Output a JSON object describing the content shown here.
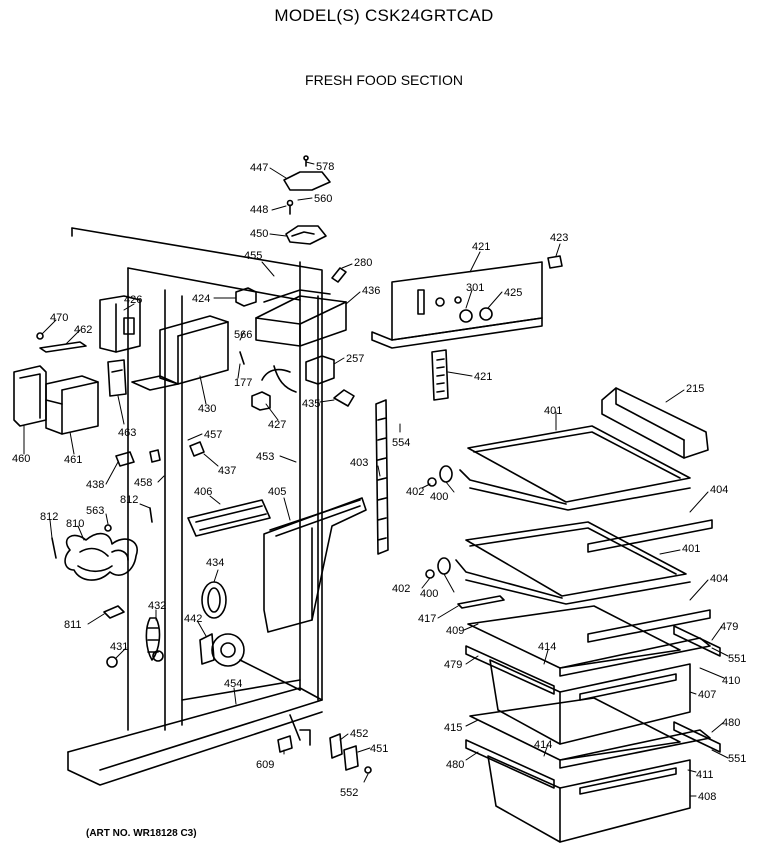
{
  "header": {
    "model": "MODEL(S) CSK24GRTCAD",
    "section": "FRESH FOOD SECTION"
  },
  "art_number": "(ART NO. WR18128 C3)",
  "callouts": [
    {
      "id": "c447",
      "text": "447"
    },
    {
      "id": "c578",
      "text": "578"
    },
    {
      "id": "c448",
      "text": "448"
    },
    {
      "id": "c560",
      "text": "560"
    },
    {
      "id": "c450",
      "text": "450"
    },
    {
      "id": "c455",
      "text": "455"
    },
    {
      "id": "c280",
      "text": "280"
    },
    {
      "id": "c421a",
      "text": "421"
    },
    {
      "id": "c423",
      "text": "423"
    },
    {
      "id": "c470",
      "text": "470"
    },
    {
      "id": "c426",
      "text": "426"
    },
    {
      "id": "c424",
      "text": "424"
    },
    {
      "id": "c436",
      "text": "436"
    },
    {
      "id": "c301",
      "text": "301"
    },
    {
      "id": "c425",
      "text": "425"
    },
    {
      "id": "c462",
      "text": "462"
    },
    {
      "id": "c566",
      "text": "566"
    },
    {
      "id": "c257",
      "text": "257"
    },
    {
      "id": "c421b",
      "text": "421"
    },
    {
      "id": "c215",
      "text": "215"
    },
    {
      "id": "c177",
      "text": "177"
    },
    {
      "id": "c430",
      "text": "430"
    },
    {
      "id": "c435",
      "text": "435"
    },
    {
      "id": "c401a",
      "text": "401"
    },
    {
      "id": "c463",
      "text": "463"
    },
    {
      "id": "c427",
      "text": "427"
    },
    {
      "id": "c554",
      "text": "554"
    },
    {
      "id": "c460",
      "text": "460"
    },
    {
      "id": "c461",
      "text": "461"
    },
    {
      "id": "c457",
      "text": "457"
    },
    {
      "id": "c437",
      "text": "437"
    },
    {
      "id": "c453",
      "text": "453"
    },
    {
      "id": "c403",
      "text": "403"
    },
    {
      "id": "c438",
      "text": "438"
    },
    {
      "id": "c458",
      "text": "458"
    },
    {
      "id": "c402a",
      "text": "402"
    },
    {
      "id": "c400a",
      "text": "400"
    },
    {
      "id": "c404a",
      "text": "404"
    },
    {
      "id": "c812a",
      "text": "812"
    },
    {
      "id": "c563",
      "text": "563"
    },
    {
      "id": "c406",
      "text": "406"
    },
    {
      "id": "c405",
      "text": "405"
    },
    {
      "id": "c812b",
      "text": "812"
    },
    {
      "id": "c810",
      "text": "810"
    },
    {
      "id": "c401b",
      "text": "401"
    },
    {
      "id": "c434",
      "text": "434"
    },
    {
      "id": "c402b",
      "text": "402"
    },
    {
      "id": "c400b",
      "text": "400"
    },
    {
      "id": "c404b",
      "text": "404"
    },
    {
      "id": "c811",
      "text": "811"
    },
    {
      "id": "c432",
      "text": "432"
    },
    {
      "id": "c442",
      "text": "442"
    },
    {
      "id": "c417",
      "text": "417"
    },
    {
      "id": "c409",
      "text": "409"
    },
    {
      "id": "c479a",
      "text": "479"
    },
    {
      "id": "c414a",
      "text": "414"
    },
    {
      "id": "c431",
      "text": "431"
    },
    {
      "id": "c479b",
      "text": "479"
    },
    {
      "id": "c551a",
      "text": "551"
    },
    {
      "id": "c410",
      "text": "410"
    },
    {
      "id": "c454",
      "text": "454"
    },
    {
      "id": "c407",
      "text": "407"
    },
    {
      "id": "c480a",
      "text": "480"
    },
    {
      "id": "c415",
      "text": "415"
    },
    {
      "id": "c452",
      "text": "452"
    },
    {
      "id": "c414b",
      "text": "414"
    },
    {
      "id": "c451",
      "text": "451"
    },
    {
      "id": "c551b",
      "text": "551"
    },
    {
      "id": "c609",
      "text": "609"
    },
    {
      "id": "c480b",
      "text": "480"
    },
    {
      "id": "c411",
      "text": "411"
    },
    {
      "id": "c552",
      "text": "552"
    },
    {
      "id": "c408",
      "text": "408"
    }
  ]
}
